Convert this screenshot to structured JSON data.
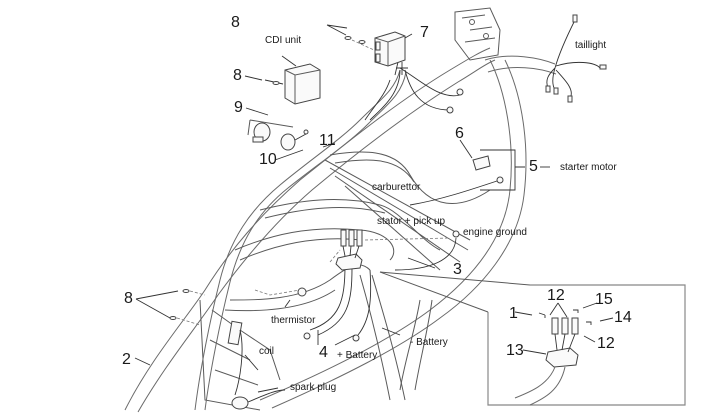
{
  "diagram": {
    "title": "Scooter wiring harness exploded view",
    "callouts": [
      {
        "id": "c8a",
        "number": "8"
      },
      {
        "id": "c7",
        "number": "7"
      },
      {
        "id": "c8b",
        "number": "8"
      },
      {
        "id": "c9",
        "number": "9"
      },
      {
        "id": "c11",
        "number": "11"
      },
      {
        "id": "c10",
        "number": "10"
      },
      {
        "id": "c6",
        "number": "6"
      },
      {
        "id": "c5",
        "number": "5"
      },
      {
        "id": "c3",
        "number": "3"
      },
      {
        "id": "c8c",
        "number": "8"
      },
      {
        "id": "c2",
        "number": "2"
      },
      {
        "id": "c4",
        "number": "4"
      },
      {
        "id": "c1",
        "number": "1"
      },
      {
        "id": "c12a",
        "number": "12"
      },
      {
        "id": "c15",
        "number": "15"
      },
      {
        "id": "c14",
        "number": "14"
      },
      {
        "id": "c12b",
        "number": "12"
      },
      {
        "id": "c13",
        "number": "13"
      }
    ],
    "labels": {
      "cdi_unit": "CDI unit",
      "taillight": "taillight",
      "starter_motor": "starter motor",
      "carburettor": "carburettor",
      "stator_pickup": "stator + pick up",
      "engine_ground": "engine ground",
      "thermistor": "thermistor",
      "coil": "coil",
      "plus_battery": "+ Battery",
      "minus_battery": "- Battery",
      "spark_plug": "spark plug"
    }
  }
}
